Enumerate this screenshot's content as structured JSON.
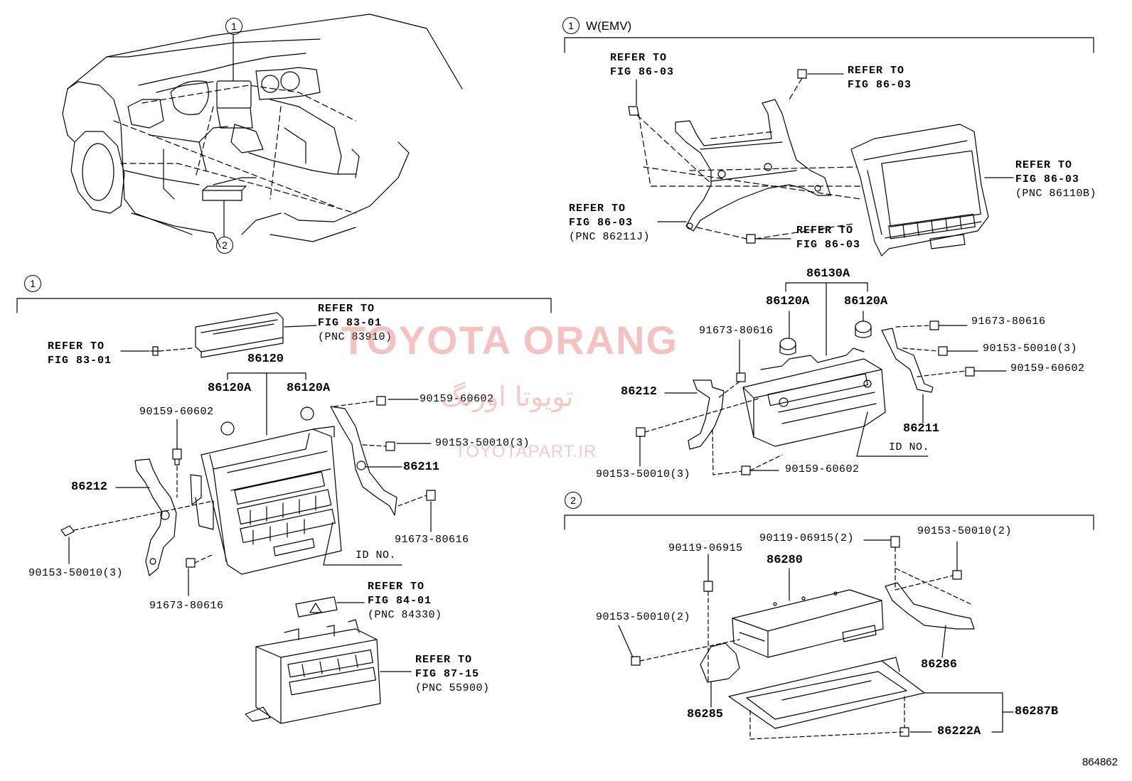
{
  "callouts": {
    "one": "1",
    "two": "2"
  },
  "sections": {
    "emv_title": "W(EMV)"
  },
  "refs": {
    "emv_tl": [
      "REFER TO",
      "FIG 86-03"
    ],
    "emv_tr": [
      "REFER TO",
      "FIG 86-03"
    ],
    "emv_left": [
      "REFER TO",
      "FIG 86-03",
      "(PNC 86211J)"
    ],
    "emv_mid": [
      "REFER TO",
      "FIG 86-03"
    ],
    "emv_right": [
      "REFER TO",
      "FIG 86-03",
      "(PNC 86110B)"
    ],
    "fig8301_top": [
      "REFER TO",
      "FIG 83-01",
      "(PNC 83910)"
    ],
    "fig8301_left": [
      "REFER TO",
      "FIG 83-01"
    ],
    "fig8401": [
      "REFER TO",
      "FIG 84-01",
      "(PNC 84330)"
    ],
    "fig8715": [
      "REFER TO",
      "FIG 87-15",
      "(PNC 55900)"
    ]
  },
  "parts": {
    "p86120": "86120",
    "p86120a_l": "86120A",
    "p86120a_r": "86120A",
    "p86212_l": "86212",
    "p86211_l": "86211",
    "p90159_60602_l1": "90159-60602",
    "p90159_60602_l2": "90159-60602",
    "p90153_50010_3_l1": "90153-50010(3)",
    "p90153_50010_3_l2": "90153-50010(3)",
    "p91673_80616_l1": "91673-80616",
    "p91673_80616_l2": "91673-80616",
    "id_no_l": "ID NO.",
    "p86130a": "86130A",
    "p86120a_e1": "86120A",
    "p86120a_e2": "86120A",
    "p91673_80616_e1": "91673-80616",
    "p91673_80616_e2": "91673-80616",
    "p90153_50010_3_e1": "90153-50010(3)",
    "p90153_50010_3_e2": "90153-50010(3)",
    "p90159_60602_e1": "90159-60602",
    "p90159_60602_e2": "90159-60602",
    "p86212_e": "86212",
    "p86211_e": "86211",
    "id_no_e": "ID NO.",
    "p90119_06915": "90119-06915",
    "p90119_06915_2": "90119-06915(2)",
    "p90153_50010_2_a": "90153-50010(2)",
    "p90153_50010_2_b": "90153-50010(2)",
    "p86280": "86280",
    "p86286": "86286",
    "p86285": "86285",
    "p86287b": "86287B",
    "p86222a": "86222A"
  },
  "watermark": {
    "brand": "TOYOTA ORANG",
    "persian": "تویوتا اورنگ",
    "site": "TOYOTAPART.IR"
  },
  "illustration_code": "864862"
}
